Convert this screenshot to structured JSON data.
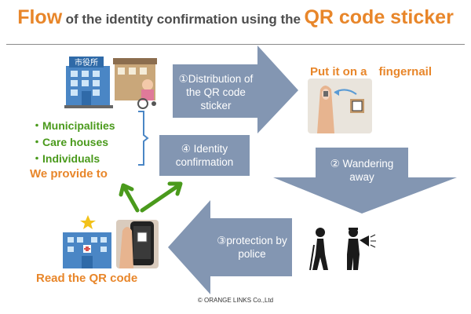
{
  "title": {
    "part1": "Flow",
    "part2": "of the identity confirmation using the",
    "part3": "QR code sticker"
  },
  "steps": {
    "distribution": "①Distribution of the QR code sticker",
    "wandering": "② Wandering away",
    "protection": "③protection by police",
    "identity": "④ Identity confirmation"
  },
  "labels": {
    "fingernail": "Put it on a　fingernail",
    "read_qr": "Read the QR code",
    "we_provide": "We provide to",
    "city_hall_sign": "市役所"
  },
  "provide_list": [
    "・Municipalities",
    "・Care houses",
    "・Individuals"
  ],
  "footer": "© ORANGE LINKS Co.,Ltd",
  "colors": {
    "orange": "#e8862a",
    "arrow": "#8396b2",
    "green": "#4a9a1c",
    "title_gray": "#4d4d4d"
  }
}
